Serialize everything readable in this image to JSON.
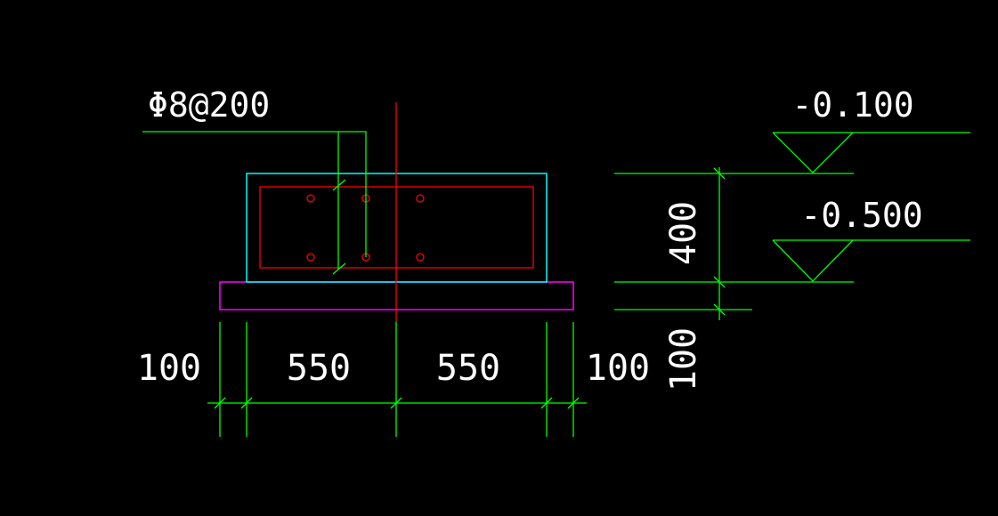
{
  "colors": {
    "background": "#000000",
    "dimension": "#00ff00",
    "concrete": "#00ffff",
    "rebar": "#ff0000",
    "cushion": "#ff00ff",
    "centerline": "#ff0000",
    "text": "#ffffff"
  },
  "rebar_label": "Φ8@200",
  "elevations": {
    "top": "-0.100",
    "bottom": "-0.500"
  },
  "dimensions": {
    "widths": [
      "100",
      "550",
      "550",
      "100"
    ],
    "heights": [
      "400",
      "100"
    ]
  }
}
